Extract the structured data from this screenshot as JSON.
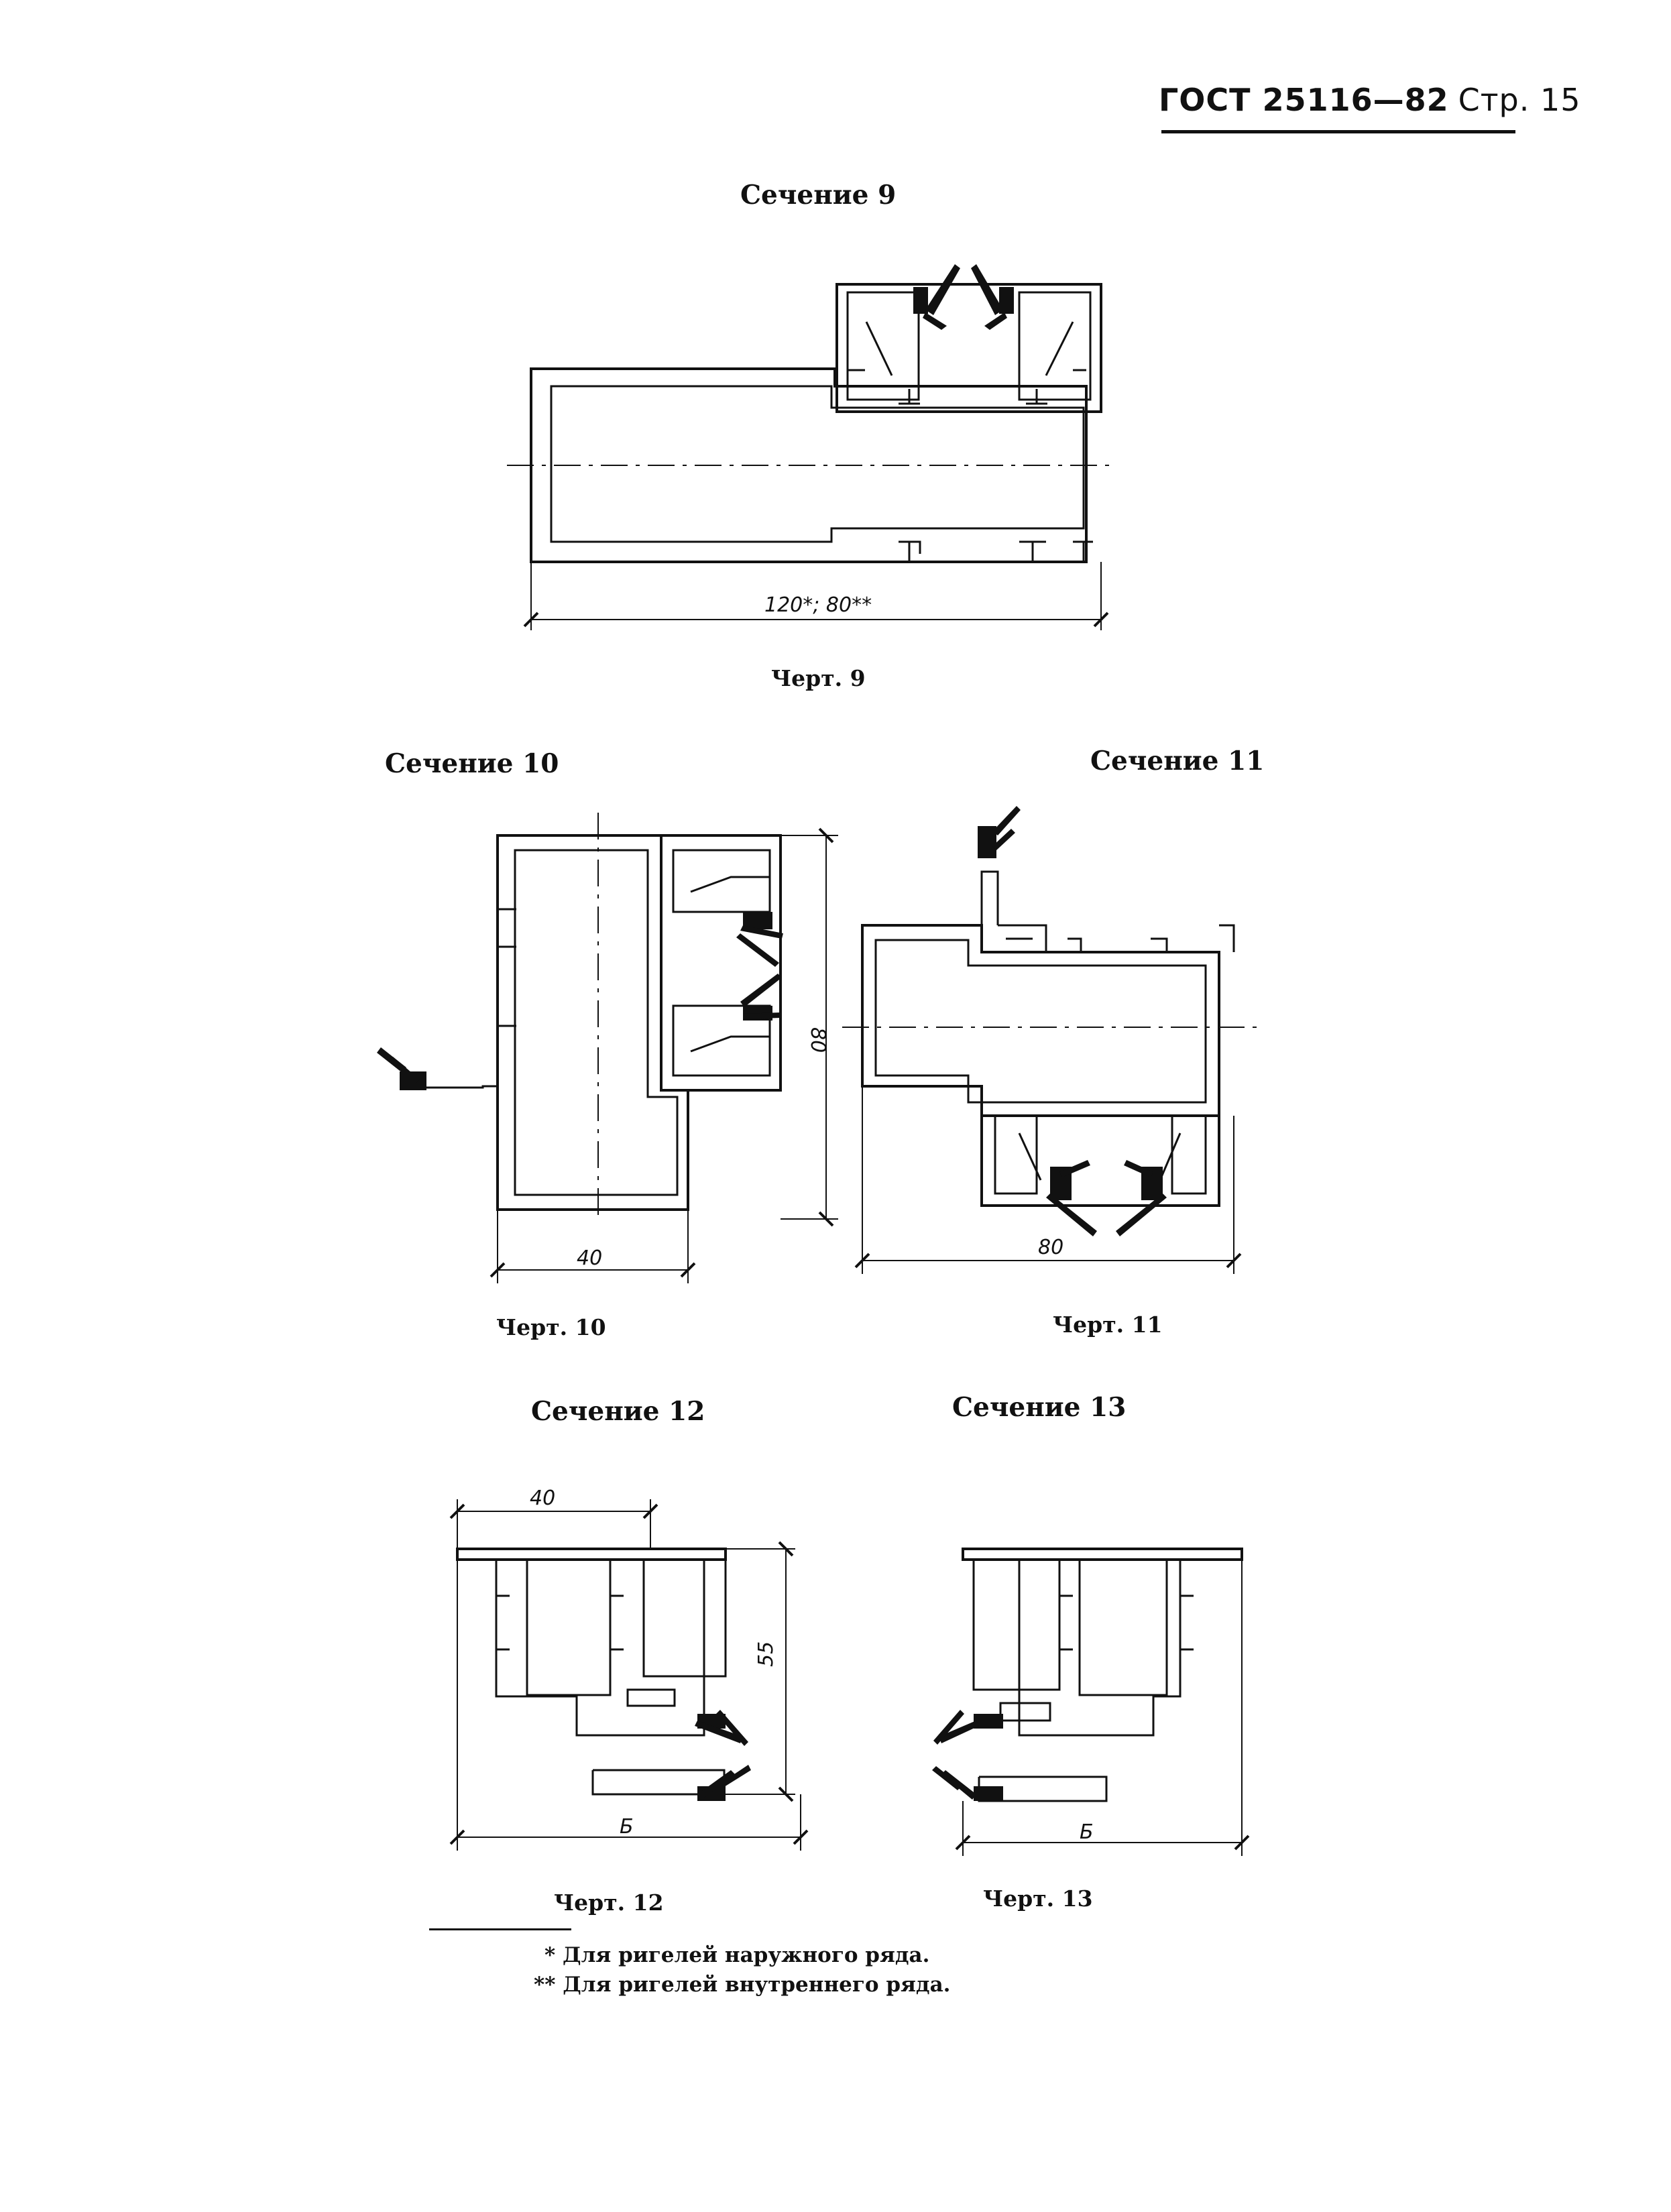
{
  "header": {
    "doc": "ГОСТ 25116—82",
    "page": "Стр. 15"
  },
  "sections": [
    {
      "title": "Сечение 9",
      "caption": "Черт. 9",
      "dimension": "120*; 80**"
    },
    {
      "title": "Сечение 10",
      "caption": "Черт. 10",
      "width": "40",
      "height": "80"
    },
    {
      "title": "Сечение 11",
      "caption": "Черт. 11",
      "width": "80"
    },
    {
      "title": "Сечение 12",
      "caption": "Черт. 12",
      "top": "40",
      "height": "55",
      "width": "Б"
    },
    {
      "title": "Сечение 13",
      "caption": "Черт. 13",
      "width": "Б"
    }
  ],
  "footnotes": [
    "* Для ригелей наружного ряда.",
    "** Для ригелей внутреннего ряда."
  ]
}
